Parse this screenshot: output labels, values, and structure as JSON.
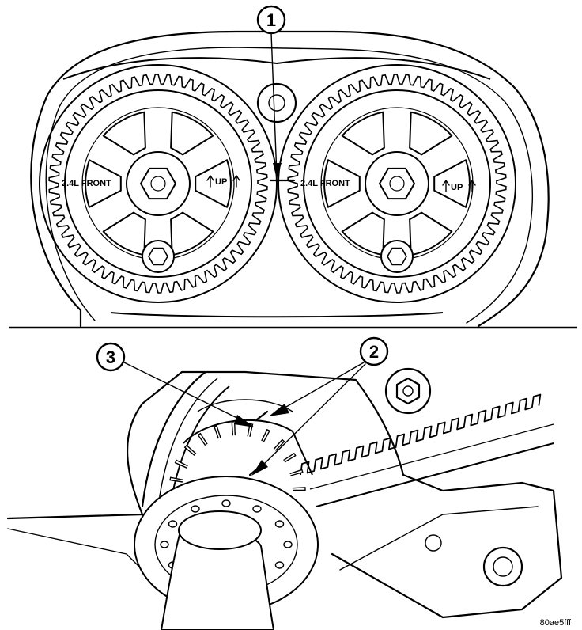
{
  "callouts": [
    {
      "id": "1",
      "label": "1"
    },
    {
      "id": "2",
      "label": "2"
    },
    {
      "id": "3",
      "label": "3"
    }
  ],
  "sprockets": [
    {
      "name": "left",
      "left_text": "2.4L FRONT",
      "right_text": "UP"
    },
    {
      "name": "right",
      "left_text": "2.4L FRONT",
      "right_text": "UP"
    }
  ],
  "figure_id": "80ae5fff",
  "colors": {
    "ink": "#000000",
    "paper": "#ffffff"
  }
}
